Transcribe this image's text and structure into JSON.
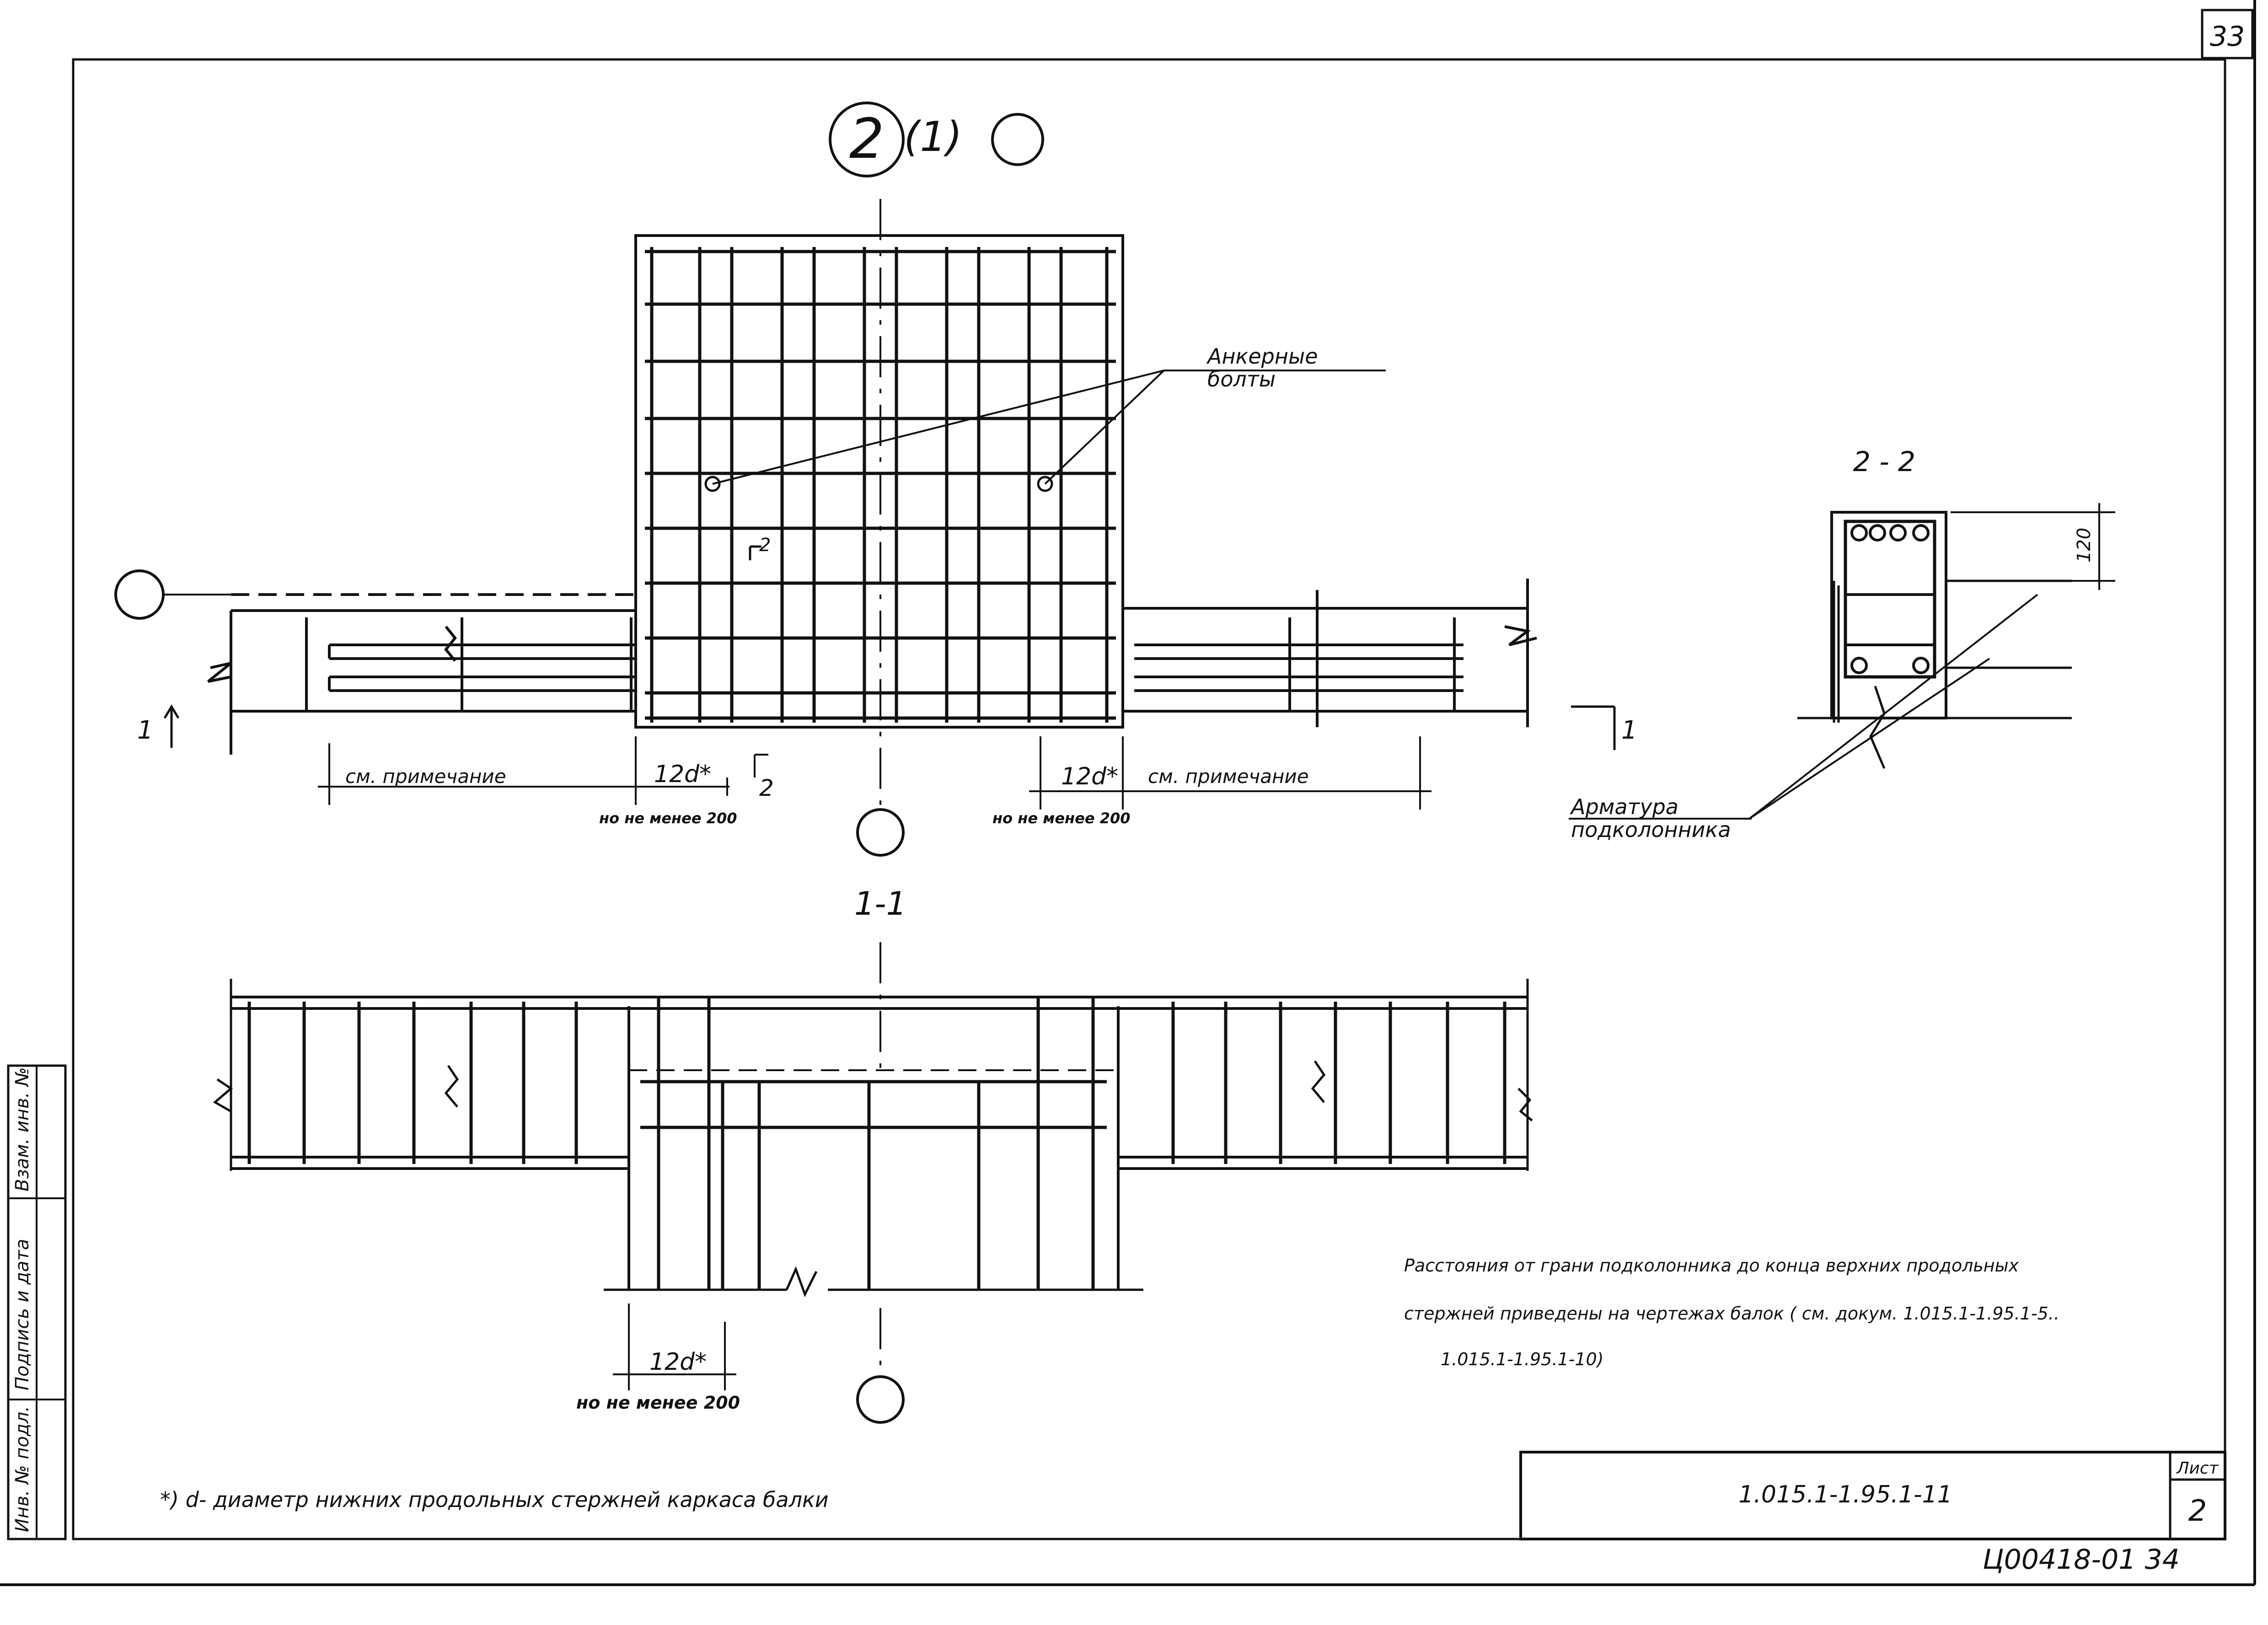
{
  "sheet": {
    "corner_number": "33",
    "doc_code": "1.015.1-1.95.1-11",
    "list_label": "Лист",
    "list_number": "2",
    "archive_code": "Ц00418-01 34"
  },
  "side_stamp": [
    "Инв. № подл.",
    "Подпись и дата",
    "Взам. инв. №"
  ],
  "callouts": {
    "top_bubble": "2",
    "top_paren": "(1)",
    "section_22": "2 - 2",
    "section_11": "1-1"
  },
  "labels": {
    "anchor_bolts_1": "Анкерные",
    "anchor_bolts_2": "болты",
    "rebar_1": "Арматура",
    "rebar_2": "подколонника",
    "see_note_left": "см. примечание",
    "see_note_right": "см. примечание",
    "dim_12d_left": "12d*",
    "dim_12d_right": "12d*",
    "dim_12d_bottom": "12d*",
    "min200_left": "но не менее 200",
    "min200_right": "но не менее 200",
    "min200_bottom": "но не менее 200",
    "dim_120": "120",
    "cut_1_left": "1",
    "cut_1_right": "1",
    "cut_2_top": "2",
    "cut_2_bottom": "2"
  },
  "note": [
    "Расстояния от грани подколонника до конца верхних продольных",
    "стержней приведены на чертежах балок ( см. докум. 1.015.1-1.95.1-5..",
    "1.015.1-1.95.1-10)"
  ],
  "footnote": "*) d- диаметр нижних продольных стержней каркаса балки"
}
